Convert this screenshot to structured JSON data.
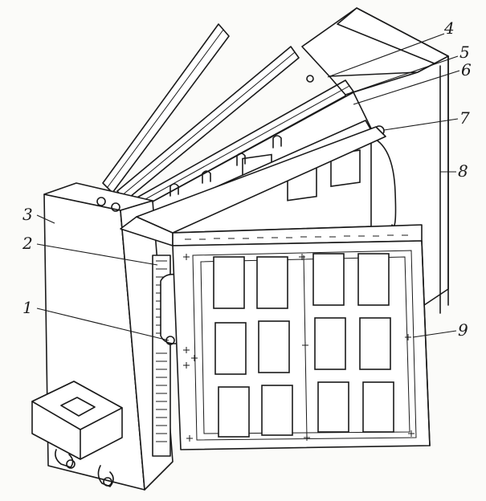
{
  "callouts": [
    {
      "id": "1",
      "text": "1"
    },
    {
      "id": "2",
      "text": "2"
    },
    {
      "id": "3",
      "text": "3"
    },
    {
      "id": "4",
      "text": "4"
    },
    {
      "id": "5",
      "text": "5"
    },
    {
      "id": "6",
      "text": "6"
    },
    {
      "id": "7",
      "text": "7"
    },
    {
      "id": "8",
      "text": "8"
    },
    {
      "id": "9",
      "text": "9"
    }
  ],
  "colors": {
    "ink": "#1a1a1a",
    "paper": "#fbfbf9"
  }
}
